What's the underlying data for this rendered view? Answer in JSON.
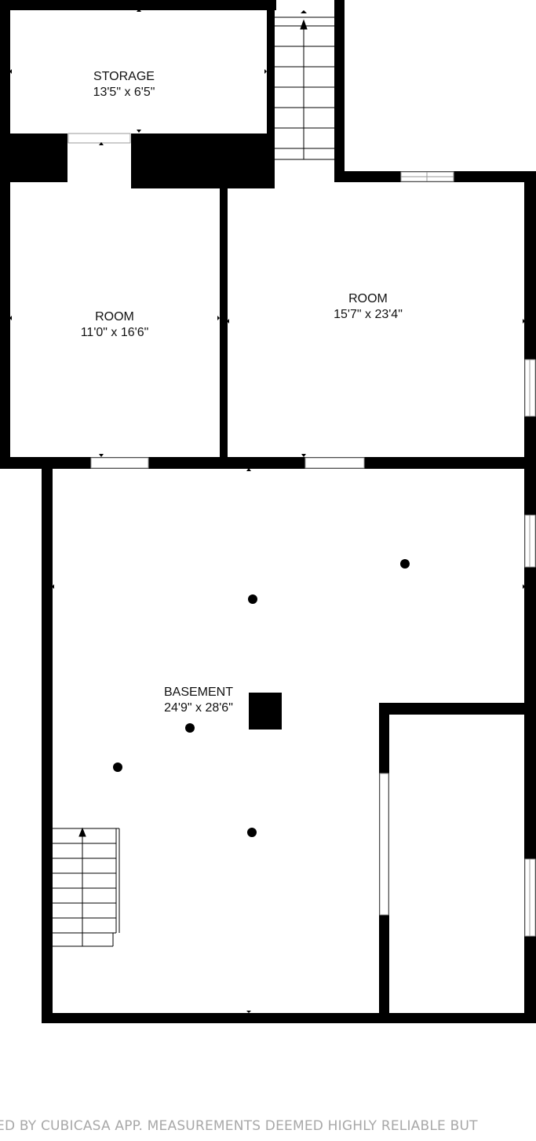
{
  "rooms": [
    {
      "name": "STORAGE",
      "size": "13'5\" x 6'5\""
    },
    {
      "name": "ROOM",
      "size": "11'0\" x 16'6\""
    },
    {
      "name": "ROOM",
      "size": "15'7\" x 23'4\""
    },
    {
      "name": "BASEMENT",
      "size": "24'9\" x 28'6\""
    }
  ],
  "footer": "ED BY CUBICASA APP. MEASUREMENTS DEEMED HIGHLY RELIABLE BUT",
  "colors": {
    "wall": "#000000",
    "background": "#ffffff",
    "footer_text": "#a8a8a8"
  }
}
